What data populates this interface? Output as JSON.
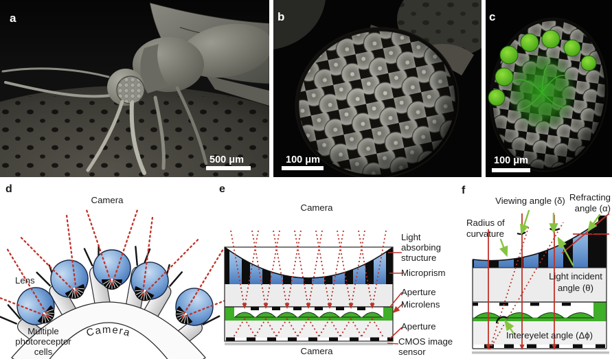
{
  "figure": {
    "panel_a": {
      "label": "a",
      "scale_bar": "500 μm"
    },
    "panel_b": {
      "label": "b",
      "scale_bar": "100 μm"
    },
    "panel_c": {
      "label": "c",
      "scale_bar": "100 μm"
    },
    "panel_d": {
      "label": "d",
      "camera_top": "Camera",
      "camera_arc": "Camera",
      "lens": "Lens",
      "cells_line1": "Multiple",
      "cells_line2": "photoreceptor",
      "cells_line3": "cells"
    },
    "panel_e": {
      "label": "e",
      "camera_top": "Camera",
      "camera_bottom": "Camera",
      "light_line1": "Light",
      "light_line2": "absorbing",
      "light_line3": "structure",
      "microprism": "Microprism",
      "aperture_top": "Aperture",
      "microlens": "Microlens",
      "aperture_bottom": "Aperture",
      "cmos_line1": "CMOS image",
      "cmos_line2": "sensor"
    },
    "panel_f": {
      "label": "f",
      "viewing": "Viewing angle (δ)",
      "refracting_line1": "Refracting",
      "refracting_line2": "angle (α)",
      "radius_line1": "Radius of",
      "radius_line2": "curvature",
      "incident_line1": "Light incident",
      "incident_line2": "angle (θ)",
      "intereyelet": "Intereyelet angle (Δϕ)"
    },
    "colors": {
      "lens_blue": "#4a7ec0",
      "microlens_green": "#3fae28",
      "ray_red": "#bf3228",
      "pointer_green": "#86c440"
    }
  }
}
